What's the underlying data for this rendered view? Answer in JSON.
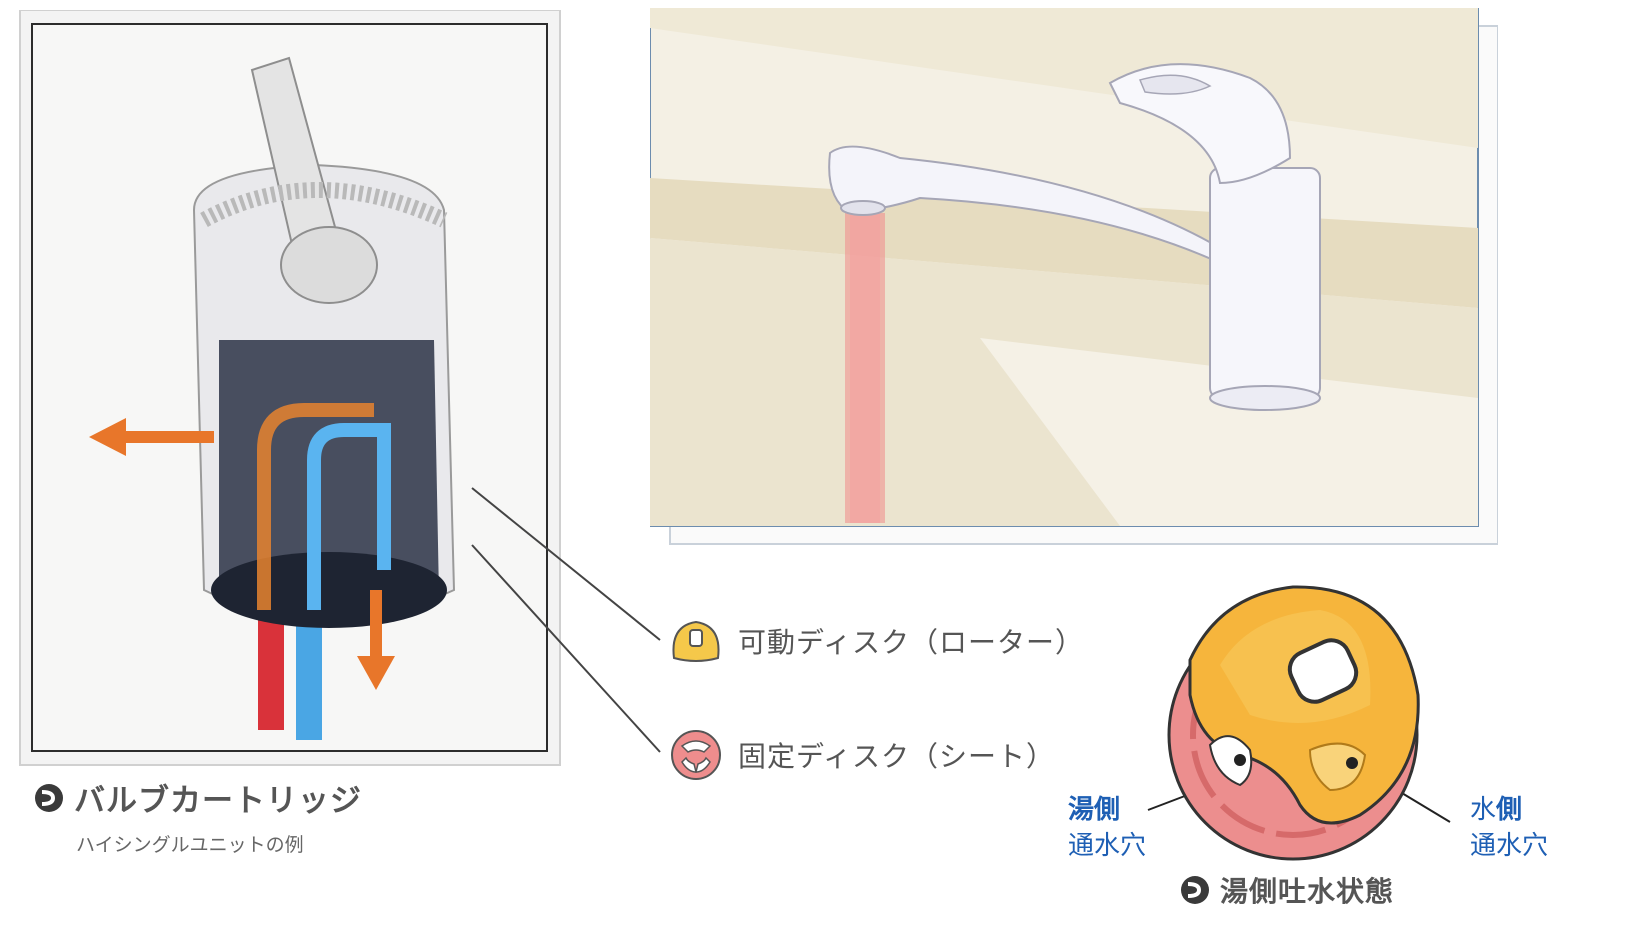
{
  "cartridge_caption": {
    "title": "バルブカートリッジ",
    "subtitle": "ハイシングルユニットの例"
  },
  "disks": {
    "rotor": "可動ディスク（ローター）",
    "seat": "固定ディスク（シート）"
  },
  "state": {
    "title": "湯側吐水状態",
    "hot_side": "湯側",
    "cold_side_prefix": "水",
    "cold_side_bold": "側",
    "hole_label": "通水穴"
  },
  "colors": {
    "hot": "#e8463b",
    "cold": "#3aa0e0",
    "arrow": "#e8762a",
    "rotor": "#f5b840",
    "seat": "#ee8d8d",
    "label_blue": "#1e5fb4"
  },
  "icons": [
    "arrow-circle-icon",
    "rotor-disk-icon",
    "seat-disk-icon"
  ]
}
